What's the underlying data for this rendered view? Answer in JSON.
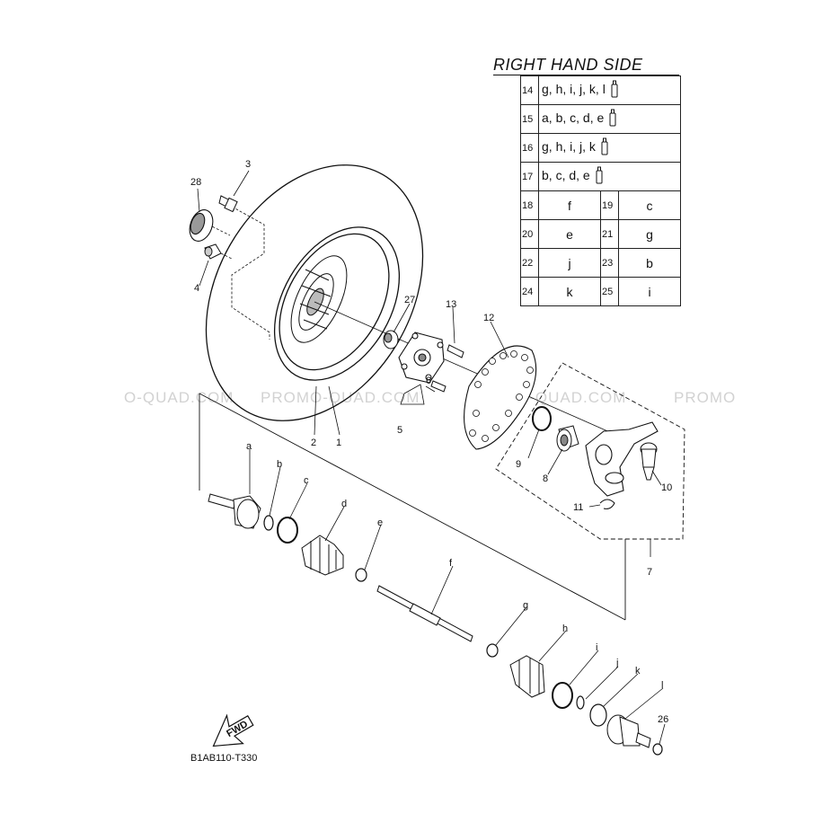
{
  "title": "RIGHT HAND SIDE",
  "diagram_code": "B1AB110-T330",
  "fwd_label": "FWD",
  "watermark": "PROMO-QUAD.COM",
  "watermark_left": "O-QUAD.COM",
  "watermark_right": "PROMO",
  "table": {
    "tube_rows": [
      {
        "num": "14",
        "parts": "g, h, i, j, k, l"
      },
      {
        "num": "15",
        "parts": "a, b, c, d, e"
      },
      {
        "num": "16",
        "parts": "g, h, i, j, k"
      },
      {
        "num": "17",
        "parts": "b, c, d, e"
      }
    ],
    "pair_rows": [
      {
        "num1": "18",
        "val1": "f",
        "num2": "19",
        "val2": "c"
      },
      {
        "num1": "20",
        "val1": "e",
        "num2": "21",
        "val2": "g"
      },
      {
        "num1": "22",
        "val1": "j",
        "num2": "23",
        "val2": "b"
      },
      {
        "num1": "24",
        "val1": "k",
        "num2": "25",
        "val2": "i"
      }
    ]
  },
  "callouts": [
    "1",
    "2",
    "3",
    "4",
    "5",
    "6",
    "7",
    "8",
    "9",
    "10",
    "11",
    "12",
    "13",
    "26",
    "27",
    "28",
    "a",
    "b",
    "c",
    "d",
    "e",
    "f",
    "g",
    "h",
    "i",
    "j",
    "k",
    "l"
  ]
}
